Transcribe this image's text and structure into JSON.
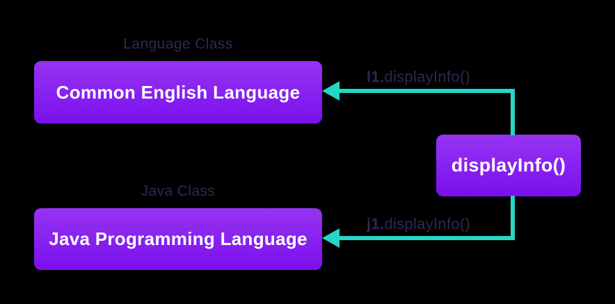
{
  "colors": {
    "background": "#000000",
    "box_gradient_top": "#9634F1",
    "box_gradient_bottom": "#7A10EE",
    "arrow": "#25D6C6",
    "caption_text": "#2B2A55",
    "box_text": "#FFFFFF"
  },
  "diagram": {
    "language_class": {
      "caption": "Language Class",
      "box_label": "Common English Language"
    },
    "java_class": {
      "caption": "Java Class",
      "box_label": "Java Programming Language"
    },
    "method_box": {
      "label": "displayInfo()"
    },
    "calls": {
      "l1": {
        "prefix": "l1.",
        "method": "displayInfo()"
      },
      "j1": {
        "prefix": "j1.",
        "method": "displayInfo()"
      }
    }
  }
}
